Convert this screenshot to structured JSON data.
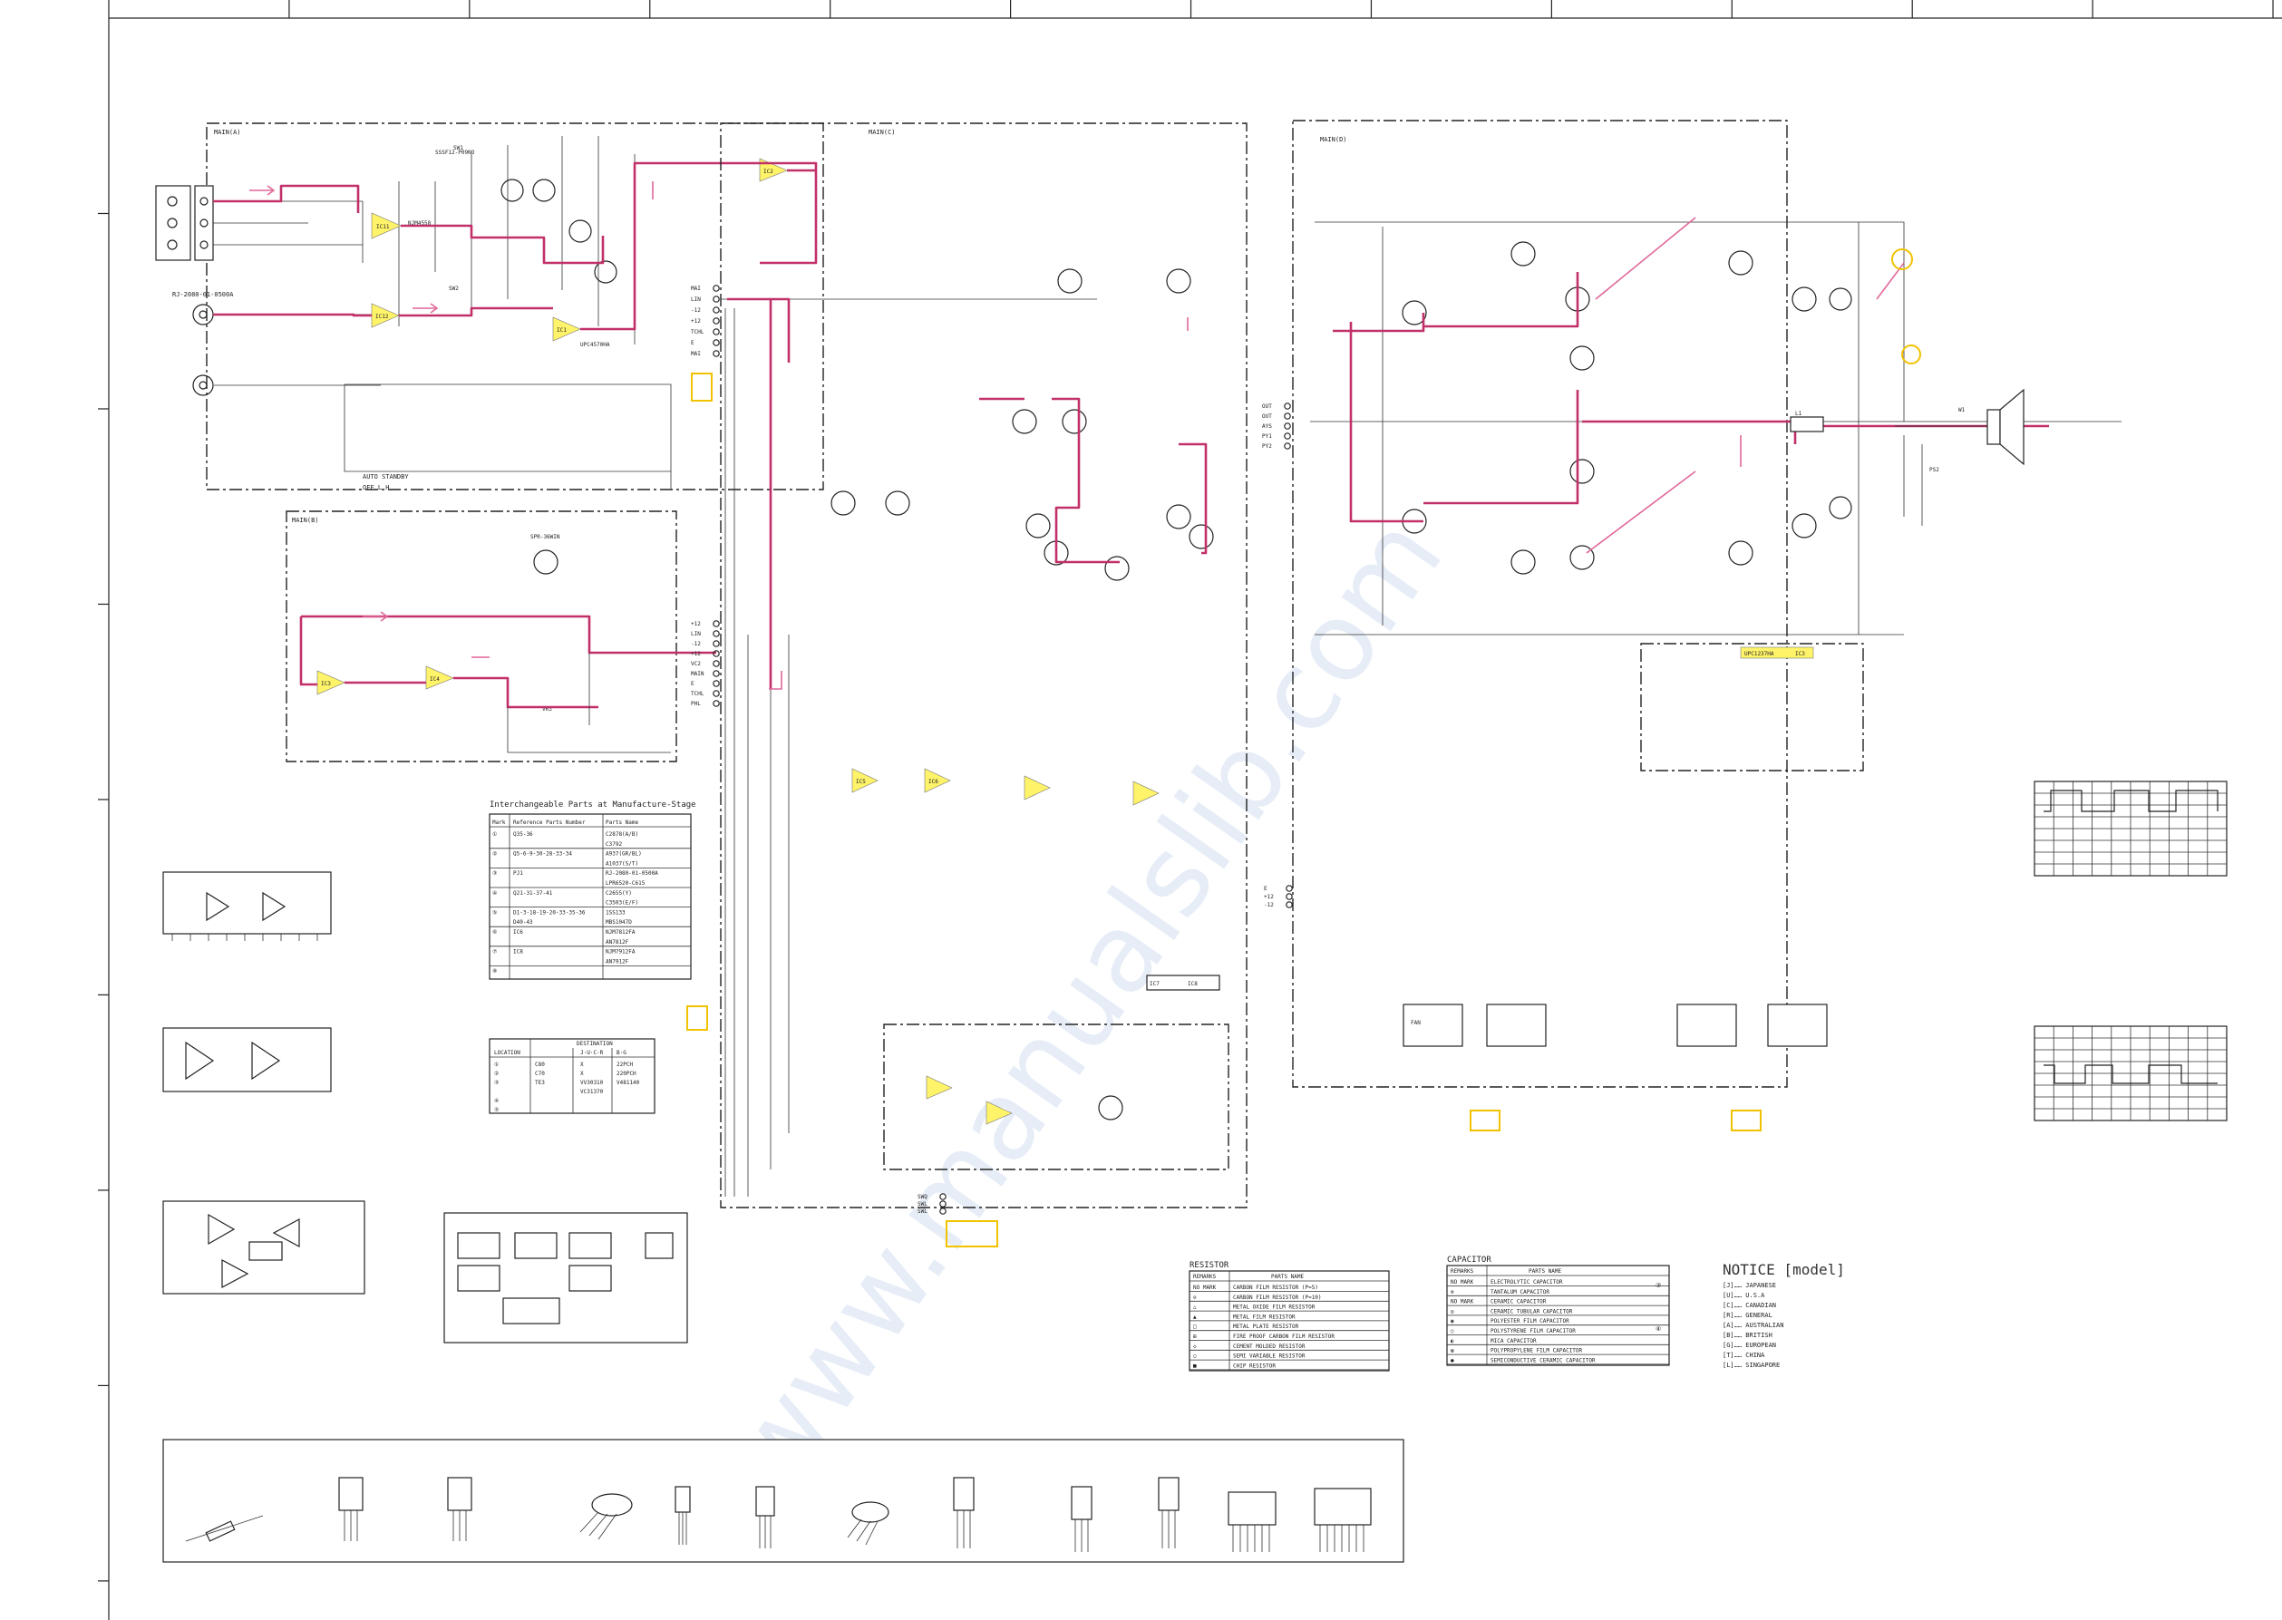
{
  "sheet": {
    "top_ruler_marks": 12,
    "left_ruler_marks": 8
  },
  "blocks": {
    "main_a": "MAIN(A)",
    "main_b": "MAIN(B)",
    "main_c": "MAIN(C)",
    "main_d": "MAIN(D)",
    "standby_label": "AUTO STANDBY",
    "standby_states": "OFF  L  H"
  },
  "components": {
    "ic_main": [
      "IC11",
      "IC12",
      "IC1",
      "IC2",
      "IC3",
      "IC4",
      "IC5",
      "IC6",
      "IC7",
      "IC8"
    ],
    "opamp": "UPC4570HA",
    "njm": "NJM4558",
    "sw1": "SW1",
    "sw2": "SW2",
    "sw_part": "SSSF12-P09NO",
    "pot": "VR3",
    "ic_relay": "UPC1237HA",
    "ic_relay_ref": "IC3",
    "fan": "FAN",
    "speaker_ref": "W1",
    "output_coil": "L1",
    "fuse": "PS2",
    "pin_jack": "PJ1",
    "pin_jack_part": "RJ-2080-01-0500A",
    "relay_sw": "SPR-36WIN"
  },
  "connectors": {
    "cb1": [
      "MAI",
      "LIN",
      "-12",
      "+12",
      "TCHL",
      "E",
      "MAI"
    ],
    "cb2": [
      "+12",
      "LIN",
      "-12",
      "+12",
      "VC2",
      "MAIN",
      "E",
      "TCHL",
      "PHL"
    ],
    "cb3": [
      "OUT",
      "OUT",
      "AYS",
      "PY1",
      "PY2"
    ],
    "cb4": [
      "SWQ",
      "SWL",
      "SWL"
    ],
    "cb5": [
      "E",
      "+12",
      "-12"
    ]
  },
  "parts_table": {
    "title": "Interchangeable Parts at Manufacture-Stage",
    "headers": [
      "Mark",
      "Reference Parts Number",
      "Parts Name"
    ],
    "rows": [
      [
        "①",
        "Q35-36",
        "C2878(A/B)"
      ],
      [
        "",
        "",
        "C3792"
      ],
      [
        "②",
        "Q5-6-9-30-28-33-34",
        "A937(GR/BL)"
      ],
      [
        "",
        "",
        "A1037(S/T)"
      ],
      [
        "③",
        "PJ1",
        "RJ-2080-01-0500A"
      ],
      [
        "",
        "",
        "LPR6520-C615"
      ],
      [
        "④",
        "Q21-31-37-41",
        "C2655(Y)"
      ],
      [
        "",
        "",
        "C3503(E/F)"
      ],
      [
        "⑤",
        "D1-3-18-19-20-33-35-36",
        "1SS133"
      ],
      [
        "",
        "D40-43",
        "MBS1047D"
      ],
      [
        "⑥",
        "IC6",
        "NJM7812FA"
      ],
      [
        "",
        "",
        "AN7812F"
      ],
      [
        "⑦",
        "IC8",
        "NJM7912FA"
      ],
      [
        "",
        "",
        "AN7912F"
      ],
      [
        "⑧",
        "",
        ""
      ]
    ]
  },
  "destination_table": {
    "title": "DESTINATION",
    "headers": [
      "LOCATION",
      "J·U·C·R",
      "B·G"
    ],
    "rows": [
      [
        "①",
        "C80",
        "X",
        "22PCH"
      ],
      [
        "②",
        "C70",
        "X",
        "220PCH"
      ],
      [
        "③",
        "TE3",
        "VV30310",
        "V481140"
      ],
      [
        "",
        "",
        "VC31370",
        ""
      ],
      [
        "④",
        "",
        "",
        ""
      ],
      [
        "⑤",
        "",
        "",
        ""
      ]
    ]
  },
  "resistor_legend": {
    "title": "RESISTOR",
    "headers": [
      "REMARKS",
      "PARTS NAME"
    ],
    "rows": [
      [
        "NO MARK",
        "CARBON FILM RESISTOR  (P=5)"
      ],
      [
        "⊘",
        "CARBON FILM RESISTOR  (P=10)"
      ],
      [
        "△",
        "METAL OXIDE FILM RESISTOR"
      ],
      [
        "▲",
        "METAL FILM RESISTOR"
      ],
      [
        "□",
        "METAL PLATE RESISTOR"
      ],
      [
        "⊞",
        "FIRE PROOF CARBON FILM RESISTOR"
      ],
      [
        "◇",
        "CEMENT MOLDED RESISTOR"
      ],
      [
        "○",
        "SEMI VARIABLE RESISTOR"
      ],
      [
        "■",
        "CHIP RESISTOR"
      ]
    ]
  },
  "capacitor_legend": {
    "title": "CAPACITOR",
    "headers": [
      "REMARKS",
      "PARTS NAME"
    ],
    "rows": [
      [
        "NO MARK",
        "ELECTROLYTIC CAPACITOR"
      ],
      [
        "⊗",
        "TANTALUM CAPACITOR"
      ],
      [
        "NO MARK",
        "CERAMIC CAPACITOR"
      ],
      [
        "◎",
        "CERAMIC TUBULAR CAPACITOR"
      ],
      [
        "◉",
        "POLYESTER FILM CAPACITOR"
      ],
      [
        "○",
        "POLYSTYRENE FILM CAPACITOR"
      ],
      [
        "◐",
        "MICA CAPACITOR"
      ],
      [
        "◍",
        "POLYPROPYLENE FILM CAPACITOR"
      ],
      [
        "●",
        "SEMICONDUCTIVE CERAMIC CAPACITOR"
      ]
    ],
    "side_marks": [
      "③",
      "④"
    ]
  },
  "notice": {
    "title": "NOTICE [model]",
    "rows": [
      "[J]…… JAPANESE",
      "[U]…… U.S.A",
      "[C]…… CANADIAN",
      "[R]…… GENERAL",
      "[A]…… AUSTRALIAN",
      "[B]…… BRITISH",
      "[G]…… EUROPEAN",
      "[T]…… CHINA",
      "[L]…… SINGAPORE"
    ]
  },
  "watermark": "www.manualslib.com",
  "colors": {
    "signal_path": "#c2306a",
    "arrow": "#e0679a",
    "highlight_box": "#f2c200",
    "ic_fill": "#fff36a",
    "ink": "#222222"
  },
  "icons": {
    "speaker": "speaker-icon",
    "diode_package": "diode-package-icon",
    "transistor_package": "transistor-package-icon",
    "ic_package": "ic-package-icon"
  }
}
